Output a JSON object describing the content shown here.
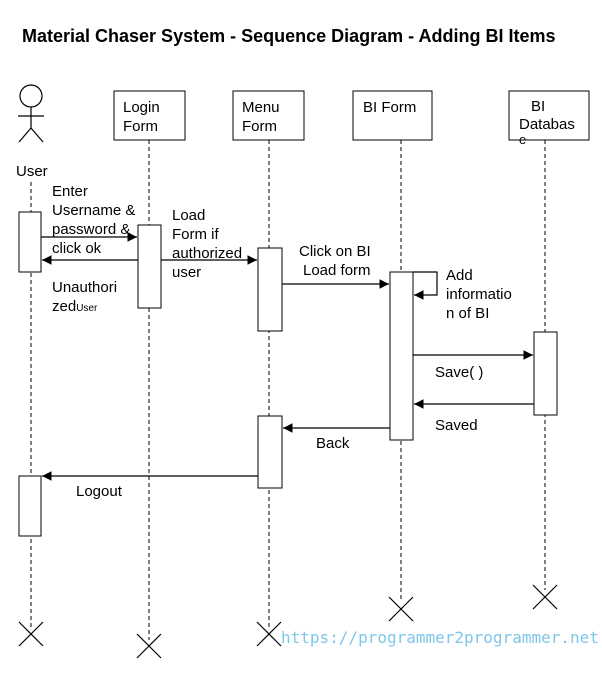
{
  "title": "Material Chaser System - Sequence Diagram - Adding BI Items",
  "actor": {
    "label": "User"
  },
  "lifelines": [
    {
      "id": "login",
      "label_line1": "Login",
      "label_line2": "Form"
    },
    {
      "id": "menu",
      "label_line1": "Menu",
      "label_line2": "Form"
    },
    {
      "id": "biform",
      "label_line1": "BI Form"
    },
    {
      "id": "bidb",
      "label_line1": "BI",
      "label_line2": "Databas",
      "label_line3": "e"
    }
  ],
  "messages": {
    "enter": [
      "Enter",
      "Username &",
      "password &",
      "click ok"
    ],
    "load": [
      "Load",
      "Form if",
      "authorized",
      "user"
    ],
    "unauth": [
      "Unauthori",
      "zed",
      "User"
    ],
    "click": [
      "Click on BI",
      "Load form"
    ],
    "add": [
      "Add",
      "informatio",
      "n of  BI"
    ],
    "save": "Save( )",
    "saved": "Saved",
    "back": "Back",
    "logout": "Logout"
  },
  "watermark": "https://programmer2programmer.net"
}
